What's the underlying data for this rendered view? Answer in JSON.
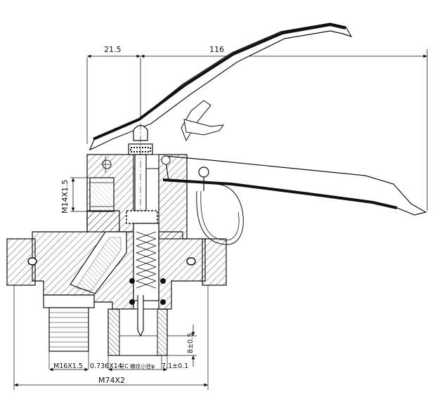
{
  "dimensions": {
    "top_left": "21.5",
    "top_right": "116",
    "side_thread": "M14X1.5",
    "gap": "8±0.5",
    "bottom_thread_left": "M16X1.5",
    "bottom_mid": "0.736X14",
    "bottom_note": "牙C 螺纹小径φ",
    "bottom_right": "7.1±0.1",
    "bottom_overall": "M74X2"
  },
  "colors": {
    "line": "#111111",
    "hatch": "#111111",
    "background": "#ffffff"
  }
}
